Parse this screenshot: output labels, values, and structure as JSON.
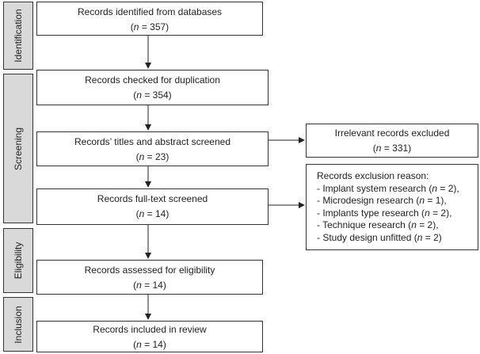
{
  "stages": {
    "identification": "Identification",
    "screening": "Screening",
    "eligibility": "Eligibility",
    "inclusion": "Inclusion"
  },
  "boxes": {
    "identified": {
      "title": "Records identified from databases",
      "n_prefix": "(",
      "n_var": "n",
      "n_suffix": " = 357)"
    },
    "duplication": {
      "title": "Records checked for duplication",
      "n_prefix": "(",
      "n_var": "n",
      "n_suffix": " = 354)"
    },
    "titles": {
      "title": "Records’ titles and abstract screened",
      "n_prefix": "(",
      "n_var": "n",
      "n_suffix": " = 23)"
    },
    "fulltext": {
      "title": "Records full-text screened",
      "n_prefix": "(",
      "n_var": "n",
      "n_suffix": " = 14)"
    },
    "eligibility": {
      "title": "Records assessed for eligibility",
      "n_prefix": "(",
      "n_var": "n",
      "n_suffix": " = 14)"
    },
    "included": {
      "title": "Records included in review",
      "n_prefix": "(",
      "n_var": "n",
      "n_suffix": " = 14)"
    },
    "irrelevant": {
      "title": "Irrelevant records excluded",
      "n_prefix": "(",
      "n_var": "n",
      "n_suffix": " = 331)"
    }
  },
  "exclusion": {
    "heading": "Records exclusion reason:",
    "items": [
      {
        "pre": "- Implant system research (",
        "var": "n",
        "post": " = 2),"
      },
      {
        "pre": "- Microdesign research (",
        "var": "n",
        "post": " = 1),"
      },
      {
        "pre": "- Implants type research (",
        "var": "n",
        "post": " = 2),"
      },
      {
        "pre": "- Technique research (",
        "var": "n",
        "post": " = 2),"
      },
      {
        "pre": "- Study design unfitted (",
        "var": "n",
        "post": " = 2)"
      }
    ]
  }
}
